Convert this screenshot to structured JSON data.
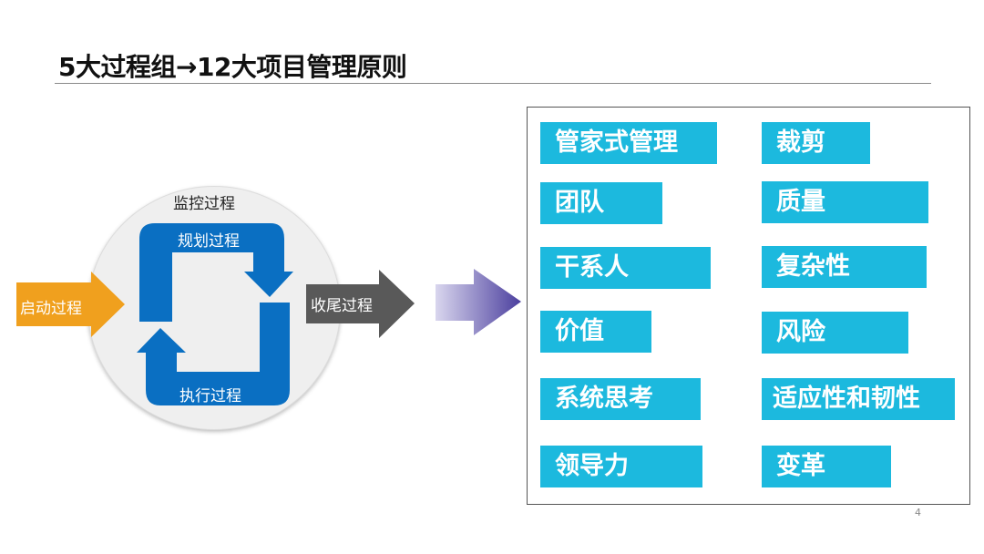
{
  "title": "5大过程组→12大项目管理原则",
  "process_diagram": {
    "monitor": "监控过程",
    "plan": "规划过程",
    "execute": "执行过程",
    "initiate": "启动过程",
    "close": "收尾过程",
    "colors": {
      "initiate": "#f0a01e",
      "close": "#595959",
      "cycle": "#0a6fc2",
      "circle": "#efefef"
    }
  },
  "principles": [
    {
      "label": "管家式管理"
    },
    {
      "label": "团队"
    },
    {
      "label": "干系人"
    },
    {
      "label": "价值"
    },
    {
      "label": "系统思考"
    },
    {
      "label": "领导力"
    },
    {
      "label": "裁剪"
    },
    {
      "label": "质量"
    },
    {
      "label": "复杂性"
    },
    {
      "label": "风险"
    },
    {
      "label": "适应性和韧性"
    },
    {
      "label": "变革"
    }
  ],
  "tag_color": "#1cb9de",
  "page_number": "4"
}
